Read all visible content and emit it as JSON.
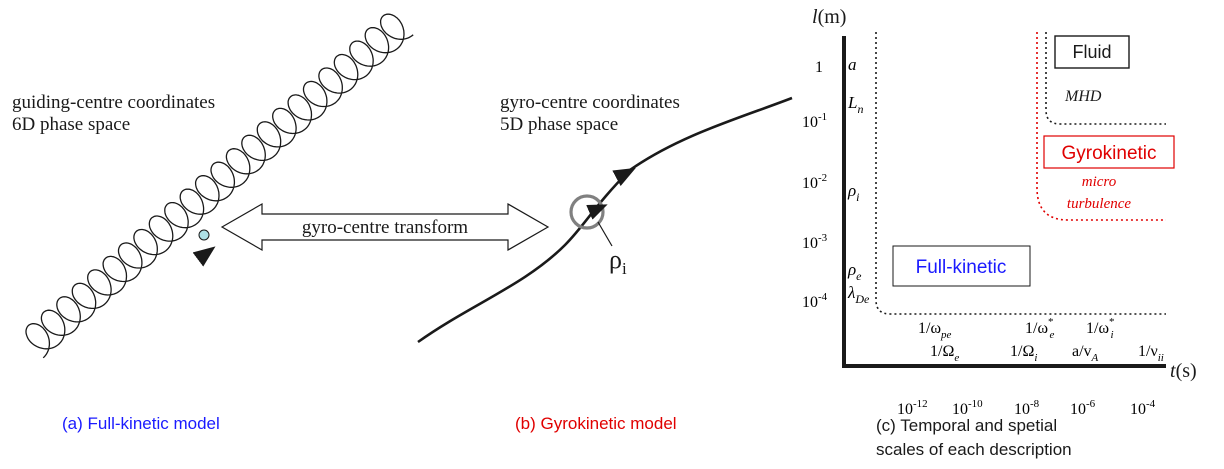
{
  "panel_a": {
    "title_line1": "guiding-centre coordinates",
    "title_line2": "6D phase space",
    "caption": "(a) Full-kinetic model"
  },
  "transform_label": "gyro-centre transform",
  "panel_b": {
    "title_line1": "gyro-centre coordinates",
    "title_line2": "5D phase space",
    "rho_label": "ρ",
    "rho_sub": "i",
    "caption": "(b) Gyrokinetic model"
  },
  "panel_c": {
    "y_axis_label": "l(m)",
    "x_axis_label": "t(s)",
    "y_ticks": [
      {
        "base": "1",
        "exp": ""
      },
      {
        "base": "10",
        "exp": "-1"
      },
      {
        "base": "10",
        "exp": "-2"
      },
      {
        "base": "10",
        "exp": "-3"
      },
      {
        "base": "10",
        "exp": "-4"
      }
    ],
    "x_ticks": [
      {
        "base": "10",
        "exp": "-12"
      },
      {
        "base": "10",
        "exp": "-10"
      },
      {
        "base": "10",
        "exp": "-8"
      },
      {
        "base": "10",
        "exp": "-6"
      },
      {
        "base": "10",
        "exp": "-4"
      }
    ],
    "length_scales": [
      {
        "sym": "a",
        "sub": ""
      },
      {
        "sym": "L",
        "sub": "n"
      },
      {
        "sym": "ρ",
        "sub": "i"
      },
      {
        "sym": "ρ",
        "sub": "e"
      },
      {
        "sym": "λ",
        "sub": "De"
      }
    ],
    "time_scales": {
      "omega_pe": "1/ω",
      "omega_pe_sub": "pe",
      "Omega_e": "1/Ω",
      "Omega_e_sub": "e",
      "omega_star_e": "1/ω",
      "omega_star_e_sup": "*",
      "omega_star_e_sub": "e",
      "Omega_i": "1/Ω",
      "Omega_i_sub": "i",
      "omega_star_i": "1/ω",
      "omega_star_i_sup": "*",
      "omega_star_i_sub": "i",
      "a_vA": "a/v",
      "a_vA_sub": "A",
      "nu_ii": "1/ν",
      "nu_ii_sub": "ii"
    },
    "regions": {
      "fluid": "Fluid",
      "mhd": "MHD",
      "gyrokinetic": "Gyrokinetic",
      "micro_line1": "micro",
      "micro_line2": "turbulence",
      "full_kinetic": "Full-kinetic"
    },
    "caption_line1": "(c) Temporal and spetial",
    "caption_line2": "scales of each description"
  },
  "colors": {
    "blue": "#1a1aff",
    "red": "#e00000",
    "ink": "#1a1a1a",
    "particle": "#aee0e6"
  }
}
